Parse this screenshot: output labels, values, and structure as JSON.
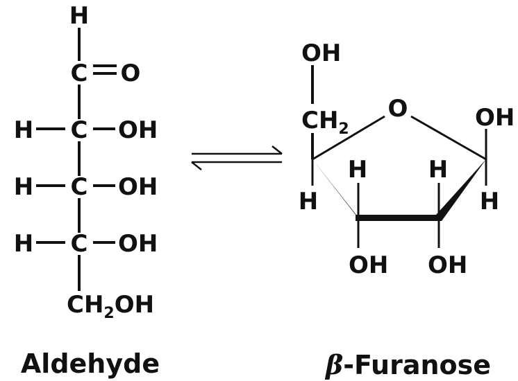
{
  "aldehyde": {
    "caption": "Aldehyde",
    "top_h": "H",
    "carbonyl_c": "C",
    "carbonyl_o": "O",
    "row1": {
      "left": "H",
      "center": "C",
      "right": "OH"
    },
    "row2": {
      "left": "H",
      "center": "C",
      "right": "OH"
    },
    "row3": {
      "left": "H",
      "center": "C",
      "right": "OH"
    },
    "bottom": {
      "ch": "CH",
      "sub": "2",
      "oh": "OH"
    }
  },
  "furanose": {
    "caption_prefix": "β",
    "caption_rest": "-Furanose",
    "top_oh": "OH",
    "ch2": {
      "ch": "CH",
      "sub": "2"
    },
    "ring_o": "O",
    "right_oh": "OH",
    "left_h": "H",
    "right_h": "H",
    "c3_h": "H",
    "c2_h": "H",
    "c3_oh": "OH",
    "c2_oh": "OH"
  },
  "equilibrium": {
    "symbol": "reversible-arrows"
  }
}
